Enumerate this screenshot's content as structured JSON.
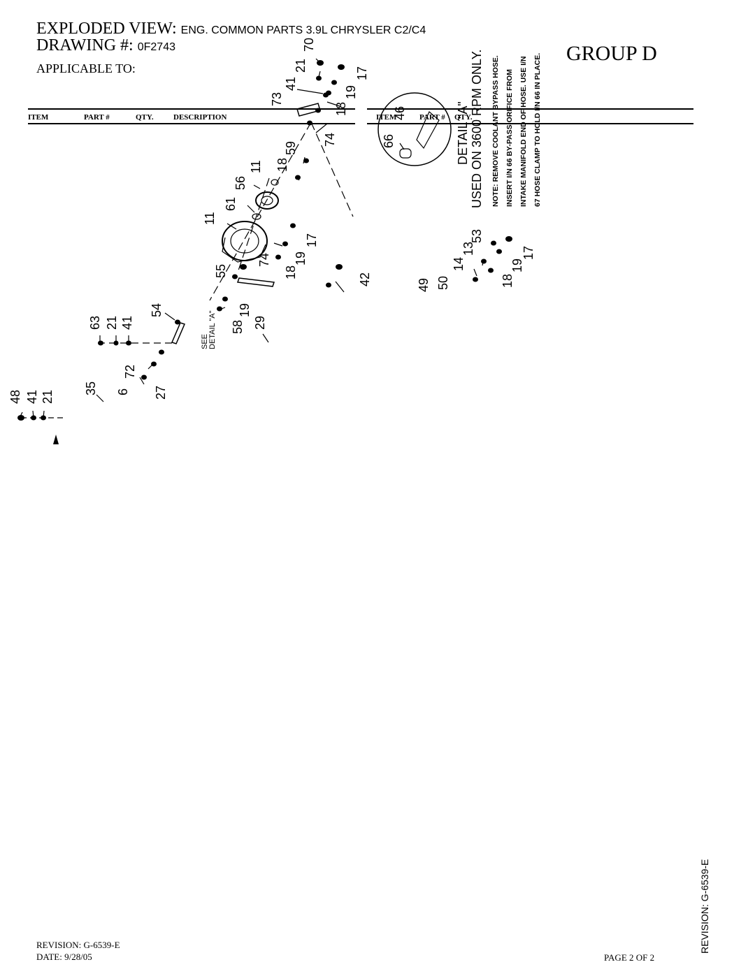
{
  "header": {
    "title_prefix": "EXPLODED VIEW:",
    "title_desc": "ENG. COMMON PARTS 3.9L CHRYSLER C2/C4",
    "drawing_prefix": "DRAWING #:",
    "drawing_number": "0F2743",
    "applicable": "APPLICABLE TO:",
    "group": "GROUP  D"
  },
  "table_left": {
    "headers": [
      "ITEM",
      "PART #",
      "QTY.",
      "DESCRIPTION"
    ]
  },
  "table_right": {
    "headers": [
      "ITEM",
      "PART #",
      "QTY."
    ]
  },
  "detail": {
    "label": "DETAIL \"A\"",
    "rpm_note": "USED ON 3600 RPM ONLY.",
    "see_detail": "SEE DETAIL \"A\""
  },
  "note_lines": [
    "NOTE: REMOVE COOLANT BYPASS HOSE.",
    "INSERT I/N 66 BY-PASS ORIFICE FROM",
    "INTAKE MANIFOLD END OF HOSE. USE I/N",
    "67 HOSE CLAMP TO HOLD I/N 66 IN PLACE."
  ],
  "callouts": [
    "70",
    "21",
    "41",
    "73",
    "17",
    "19",
    "18",
    "74",
    "59",
    "18",
    "11",
    "56",
    "61",
    "11",
    "17",
    "19",
    "18",
    "74",
    "55",
    "42",
    "53",
    "13",
    "14",
    "50",
    "49",
    "17",
    "19",
    "18",
    "54",
    "63",
    "21",
    "41",
    "19",
    "58",
    "29",
    "72",
    "27",
    "6",
    "35",
    "48",
    "41",
    "21",
    "46",
    "66"
  ],
  "footer": {
    "revision": "REVISION:  G-6539-E",
    "date": "DATE:  9/28/05",
    "page": "PAGE 2 OF 2",
    "side_revision": "REVISION:  G-6539-E"
  }
}
